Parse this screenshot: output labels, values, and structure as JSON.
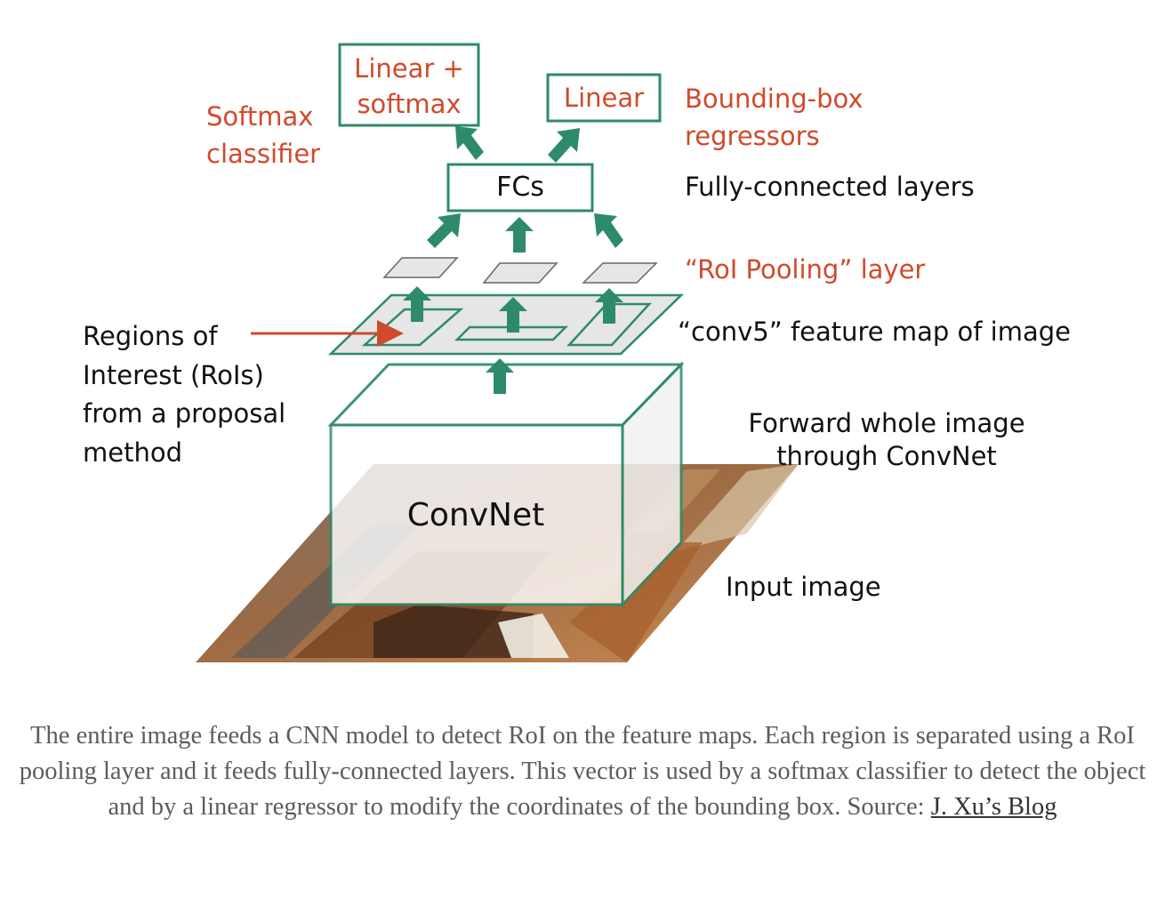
{
  "diagram": {
    "boxes": {
      "linear_softmax": "Linear + softmax",
      "linear": "Linear",
      "fcs": "FCs",
      "convnet": "ConvNet"
    },
    "labels": {
      "softmax_classifier": "Softmax classifier",
      "bbox_regressors": "Bounding-box regressors",
      "fully_connected": "Fully-connected layers",
      "roi_pooling": "“RoI Pooling” layer",
      "conv5": "“conv5” feature map of image",
      "rois": "Regions of Interest (RoIs) from a proposal method",
      "forward": "Forward whole image through ConvNet",
      "input_image": "Input image"
    },
    "colors": {
      "green": "#2e8b6a",
      "red": "#d04a2c",
      "gray_plane": "#e6e6e6"
    }
  },
  "caption": {
    "text": "The entire image feeds a CNN model to detect RoI on the feature maps. Each region is separated using a RoI pooling layer and it feeds fully-connected layers. This vector is used by a softmax classifier to detect the object and by a linear regressor to modify the coordinates of the bounding box. Source: ",
    "link": "J. Xu’s Blog"
  }
}
